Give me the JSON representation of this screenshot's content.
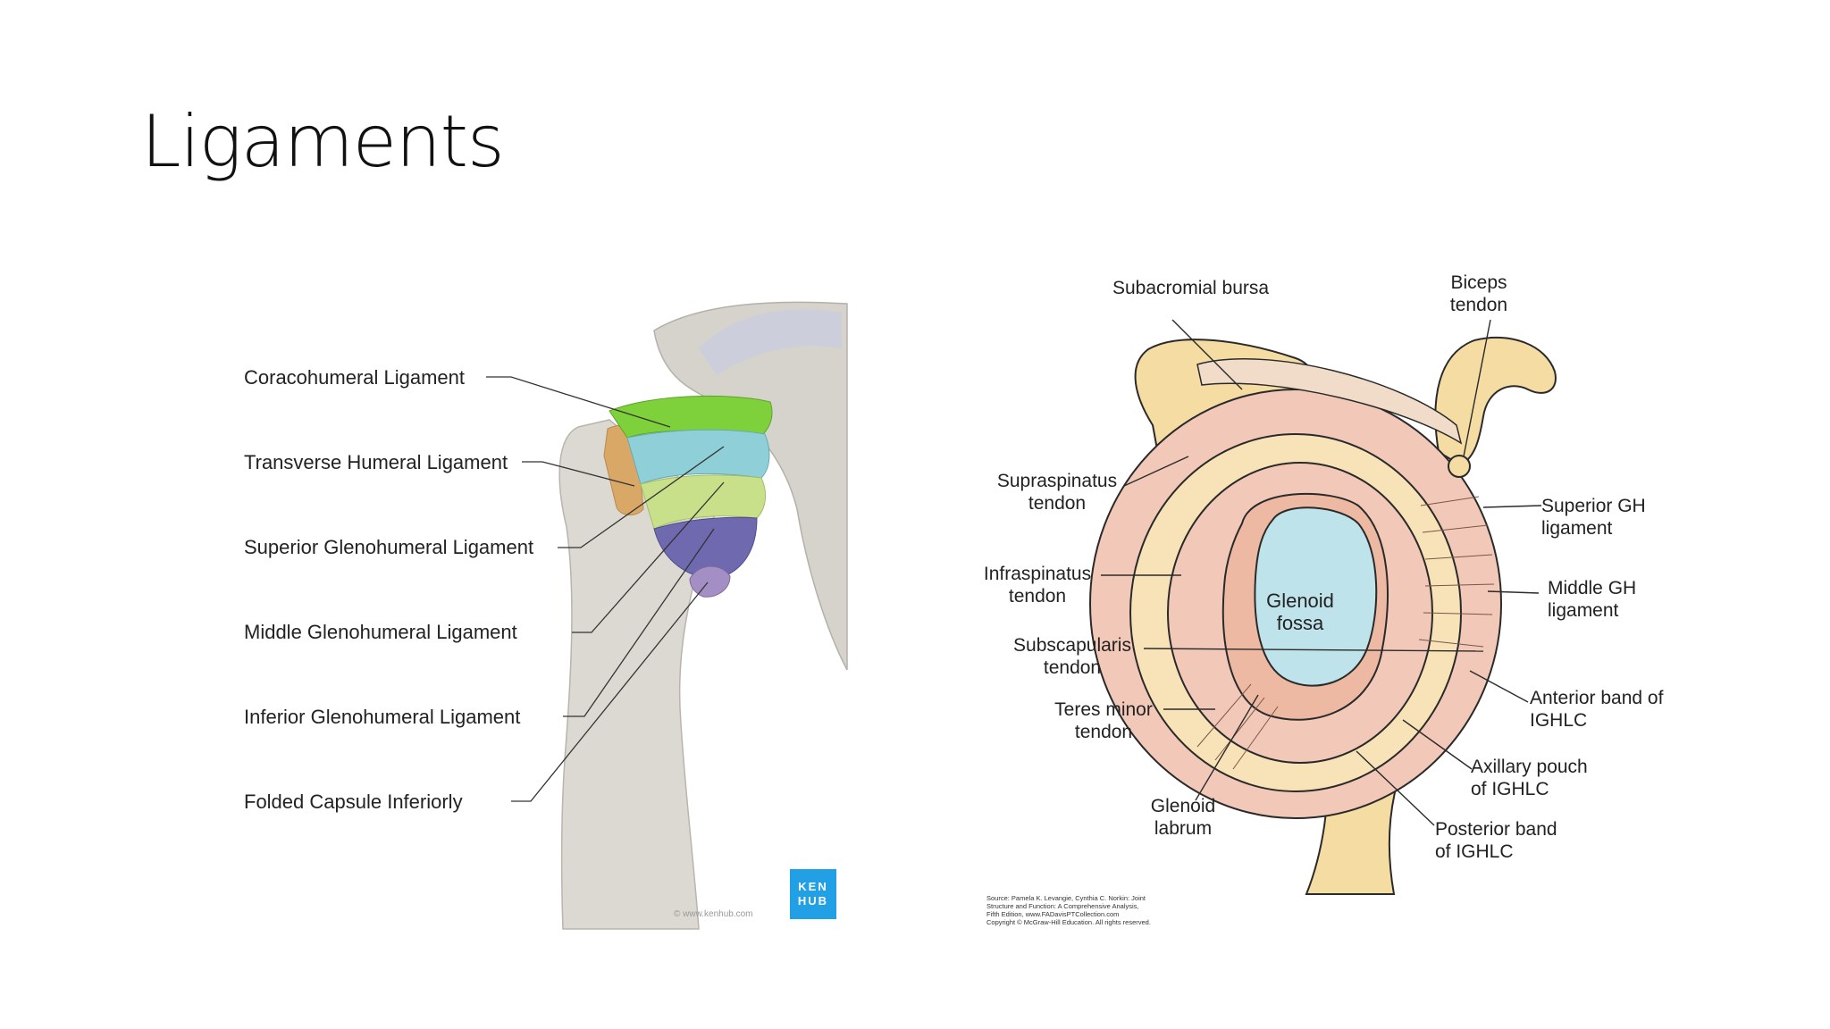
{
  "slide": {
    "title": "Ligaments"
  },
  "left_diagram": {
    "labels": [
      "Coracohumeral Ligament",
      "Transverse Humeral Ligament",
      "Superior Glenohumeral Ligament",
      "Middle Glenohumeral Ligament",
      "Inferior Glenohumeral Ligament",
      "Folded Capsule Inferiorly"
    ],
    "badge": "KEN HUB",
    "credit": "© www.kenhub.com",
    "colors": {
      "coracohumeral": "#7fd13b",
      "superior_gh": "#8fd0d8",
      "middle_gh": "#c9e08a",
      "inferior_gh": "#6f69b0",
      "folded_capsule": "#a48fc4",
      "transverse": "#d9a867",
      "bone": "#d9d6cf"
    }
  },
  "right_diagram": {
    "labels": {
      "subacromial_bursa": "Subacromial bursa",
      "biceps_tendon": "Biceps tendon",
      "supraspinatus": "Supraspinatus tendon",
      "superior_gh": "Superior GH ligament",
      "infraspinatus": "Infraspinatus tendon",
      "middle_gh": "Middle GH ligament",
      "glenoid_fossa": "Glenoid fossa",
      "subscapularis": "Subscapularis tendon",
      "anterior_band": "Anterior band of IGHLC",
      "teres_minor": "Teres minor tendon",
      "axillary_pouch": "Axillary pouch of IGHLC",
      "glenoid_labrum": "Glenoid labrum",
      "posterior_band": "Posterior band of IGHLC"
    },
    "source": "Source: Pamela K. Levangie, Cynthia C. Norkin: Joint\nStructure and Function: A Comprehensive Analysis,\nFifth Edition, www.FADavisPTCollection.com\nCopyright © McGraw-Hill Education. All rights reserved.",
    "colors": {
      "bone": "#f5dca3",
      "capsule": "#f2c9b8",
      "fossa": "#bfe3ea",
      "outline": "#2a2a2a"
    }
  }
}
